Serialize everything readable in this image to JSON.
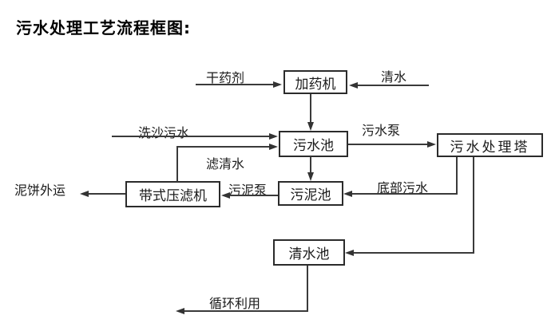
{
  "title": "污水处理工艺流程框图:",
  "nodes": {
    "dosing_machine": "加药机",
    "sewage_pool": "污水池",
    "treatment_tower": "污水处理塔",
    "belt_filter_press": "带式压滤机",
    "sludge_pool": "污泥池",
    "clean_water_pool": "清水池"
  },
  "flows": {
    "dry_chemical": "干药剂",
    "clean_water_in": "清水",
    "sand_washing_sewage": "洗沙污水",
    "sewage_pump": "污水泵",
    "filtered_water": "滤清水",
    "sludge_pump": "污泥泵",
    "bottom_sewage": "底部污水",
    "mud_cake_outbound": "泥饼外运",
    "recycling": "循环利用"
  },
  "colors": {
    "line": "#3a3a3a",
    "box_border": "#2b2b2b",
    "text": "#1a1a1a",
    "background": "#ffffff"
  }
}
